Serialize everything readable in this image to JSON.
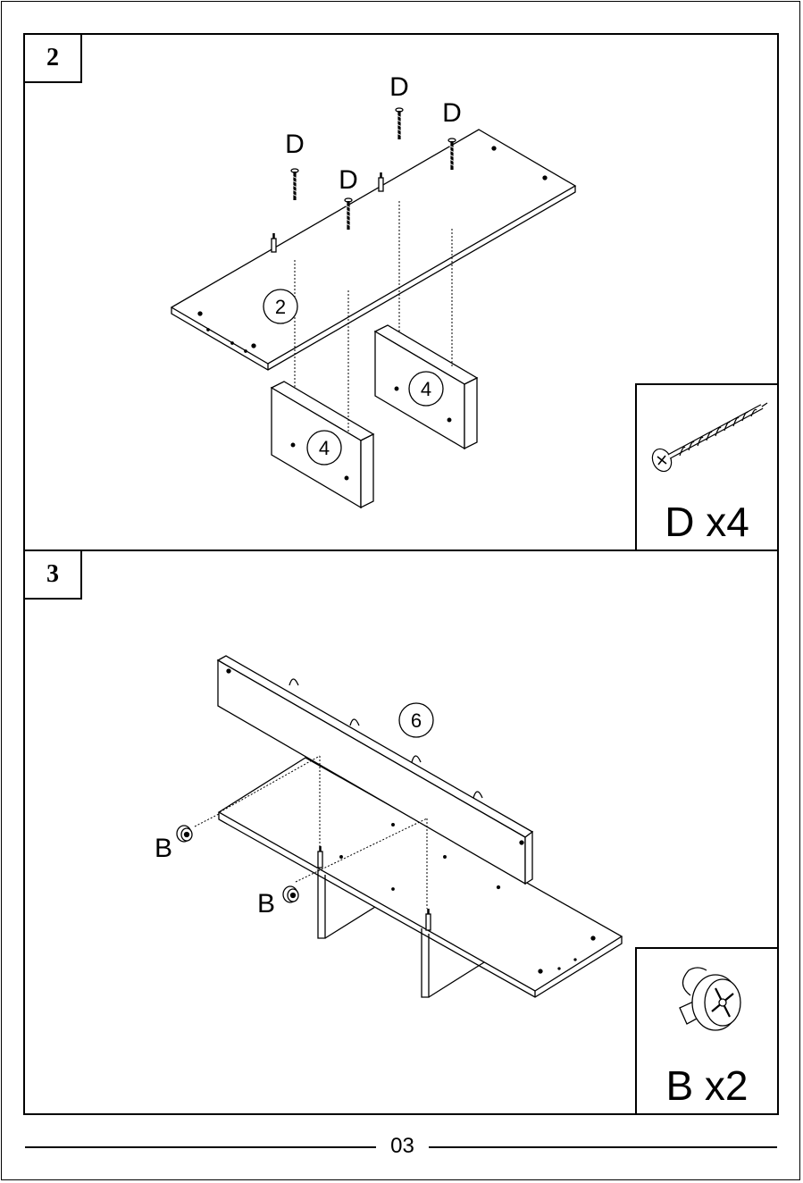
{
  "steps": [
    {
      "number": "2",
      "part_labels": [
        "2",
        "4",
        "4"
      ],
      "callouts": [
        "D",
        "D",
        "D",
        "D"
      ],
      "hardware": {
        "label": "D x4",
        "icon": "screw-icon"
      }
    },
    {
      "number": "3",
      "part_labels": [
        "6"
      ],
      "callouts": [
        "B",
        "B"
      ],
      "hardware": {
        "label": "B x2",
        "icon": "cam-lock-icon"
      }
    }
  ],
  "footer": {
    "page_number": "03"
  }
}
